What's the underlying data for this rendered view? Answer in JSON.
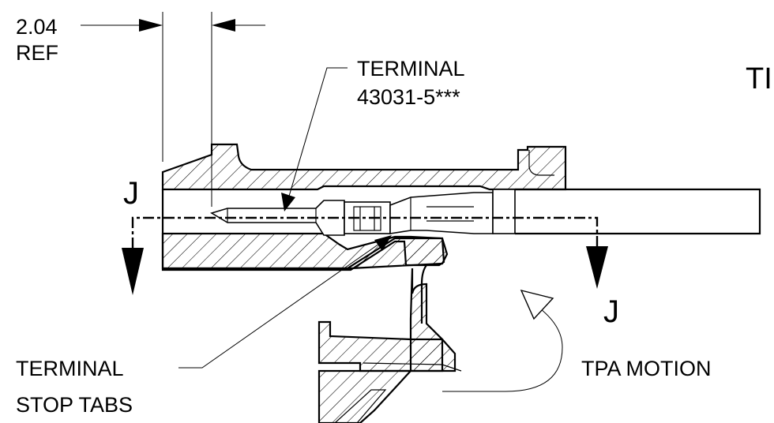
{
  "dimension": {
    "value": "2.04",
    "ref": "REF"
  },
  "callouts": {
    "terminal": {
      "line1": "TERMINAL",
      "line2": "43031-5***"
    },
    "stop_tabs": {
      "line1": "TERMINAL",
      "line2": "STOP TABS"
    },
    "tpa_motion": "TPA MOTION",
    "title_fragment": "TI"
  },
  "section": {
    "left_label": "J",
    "right_label": "J"
  }
}
